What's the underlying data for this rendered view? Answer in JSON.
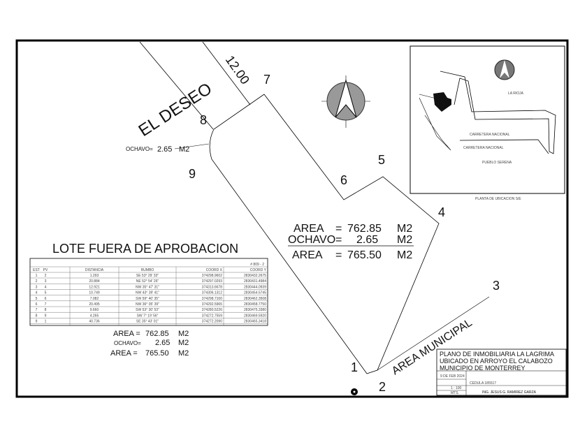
{
  "street_name": "EL DESEO",
  "street_width": "12.00",
  "area_municipal": "AREA MUNICIPAL",
  "vertices": [
    "1",
    "2",
    "3",
    "4",
    "5",
    "6",
    "7",
    "8",
    "9"
  ],
  "ochavo_label": {
    "label": "OCHAVO=",
    "value": "2.65",
    "unit": "M2"
  },
  "center_areas": [
    {
      "label": "AREA",
      "eq": "=",
      "value": "762.85",
      "unit": "M2"
    },
    {
      "label": "OCHAVO",
      "eq": "=",
      "value": "2.65",
      "unit": "M2"
    },
    {
      "label": "AREA",
      "eq": "=",
      "value": "765.50",
      "unit": "M2"
    }
  ],
  "table": {
    "title": "LOTE FUERA DE APROBACION",
    "ref": "# 809 - 2",
    "headers": [
      "EST",
      "PV",
      "DISTANCIA",
      "RUMBO",
      "COORD X",
      "COORD Y"
    ],
    "rows": [
      [
        "1",
        "2",
        "1.293",
        "SE 53° 29' 33\"",
        "374298.9602",
        "2830432.2675"
      ],
      [
        "2",
        "3",
        "20.884",
        "NE 52° 54' 26\"",
        "374297.0293",
        "2830431.4984"
      ],
      [
        "3",
        "4",
        "12.921",
        "NW 35° 47' 31\"",
        "374313.6678",
        "2830444.0939"
      ],
      [
        "4",
        "5",
        "10.749",
        "NW 43° 39' 41\"",
        "374306.1312",
        "2830454.5745"
      ],
      [
        "5",
        "6",
        "7.082",
        "SW 59° 40' 35\"",
        "374298.7100",
        "2830462.3508"
      ],
      [
        "6",
        "7",
        "20.495",
        "NW 36° 05' 39\"",
        "374292.5965",
        "2830458.7750"
      ],
      [
        "7",
        "8",
        "9.660",
        "SW 53° 30' 53\"",
        "374280.5226",
        "2830475.3380"
      ],
      [
        "8",
        "9",
        "4.265",
        "SW 7° 19' 56\"",
        "374272.7559",
        "2830469.5920"
      ],
      [
        "9",
        "1",
        "40.736",
        "SE 35° 43' 01\"",
        "374272.2090",
        "2830465.3418"
      ]
    ]
  },
  "summary": [
    {
      "label": "AREA =",
      "value": "762.85",
      "unit": "M2"
    },
    {
      "label": "OCHAVO=",
      "value": "2.65",
      "unit": "M2"
    },
    {
      "label": "AREA =",
      "value": "765.50",
      "unit": "M2"
    }
  ],
  "location_map": {
    "labels": [
      "LA RIOJA",
      "CARRETERA NACIONAL",
      "CARRETERA NACIONAL",
      "PUEBLO SERENA"
    ],
    "caption": "PLANTA DE UBICACION  S/E"
  },
  "title_block": {
    "lines": [
      "PLANO DE INMOBILIARIA LA LAGRIMA",
      "UBICADO EN ARROYO EL CALABOZO",
      "MUNICIPIO DE MONTERREY"
    ],
    "date": "9 DE FEB 2024",
    "scale": "1 : 100",
    "units": "MTS.",
    "cedula": "CEDULA 185517",
    "engineer": "ING. JESUS G. RAMIREZ GARZA"
  }
}
